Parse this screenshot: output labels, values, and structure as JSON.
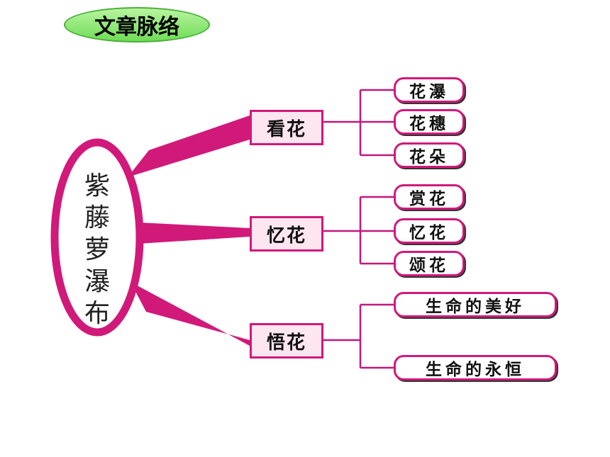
{
  "title": "文章脉络",
  "root": {
    "chars": [
      "紫",
      "藤",
      "萝",
      "瀑",
      "布"
    ]
  },
  "branches": [
    {
      "label": "看花",
      "leaves": [
        "花瀑",
        "花穗",
        "花朵"
      ]
    },
    {
      "label": "忆花",
      "leaves": [
        "赏花",
        "忆花",
        "颂花"
      ]
    },
    {
      "label": "悟花",
      "leaves": [
        "生命的美好",
        "生命的永恒"
      ]
    }
  ],
  "colors": {
    "accent": "#d1197a",
    "title_fill": "#7ee067",
    "mid_fill": "#fde6ef"
  }
}
